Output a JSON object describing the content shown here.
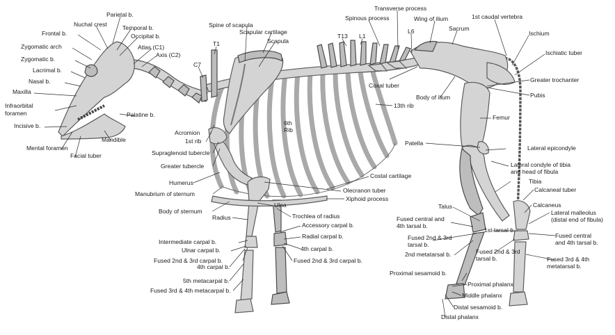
{
  "labels": {
    "parietal": "Parietal b.",
    "nuchal_crest": "Nuchal crest",
    "temporal": "Temporal b.",
    "frontal": "Frontal b.",
    "occipital": "Occipital b.",
    "zygomatic_arch": "Zygomatic arch",
    "atlas": "Atlas (C1)",
    "zygomatic": "Zygomatic b.",
    "axis": "Axis (C2)",
    "lacrimal": "Lacrimal b.",
    "nasal": "Nasal b.",
    "maxilla": "Maxilla",
    "infraorbital_1": "Infraorbital",
    "infraorbital_2": "foramen",
    "incisive": "Incisive b.",
    "palatine": "Palatine b.",
    "mandible": "Mandible",
    "mental_foramen": "Mental foramen",
    "facial_tuber": "Facial tuber",
    "spine_scapula": "Spine of scapula",
    "scapular_cartilage": "Scapular cartilage",
    "scapula": "Scapula",
    "t1": "T1",
    "c7": "C7",
    "transverse_process": "Transverse process",
    "spinous_process": "Spinous process",
    "t13": "T13",
    "l1": "L1",
    "l6": "L6",
    "wing_ilium": "Wing of ilium",
    "sacrum": "Sacrum",
    "first_caudal": "1st caudal vertebra",
    "ischium": "Ischium",
    "ischiatic_tuber": "Ischiatic tuber",
    "coxal_tuber": "Coxal tuber",
    "greater_trochanter": "Greater trochanter",
    "pubis": "Pubis",
    "body_ilium": "Body of ilium",
    "rib13": "13th rib",
    "rib6_1": "6th",
    "rib6_2": "Rib",
    "femur": "Femur",
    "acromion": "Acromion",
    "first_rib": "1st rib",
    "supraglenoid": "Supraglenoid tubercle",
    "greater_tubercle": "Greater tubercle",
    "patella": "Patella",
    "lateral_epicondyle": "Lateral epicondyle",
    "lat_condyle_1": "Lateral condyle of tibia",
    "lat_condyle_2": "and head of fibula",
    "costal_cartilage": "Costal cartilage",
    "humerus": "Humerus",
    "manubrium": "Manubrium of sternum",
    "olecranon": "Olecranon tuber",
    "xiphoid": "Xiphoid process",
    "tibia": "Tibia",
    "calcaneal_tuber": "Calcaneal tuber",
    "body_sternum": "Body of sternum",
    "ulna": "Ulna",
    "talus": "Talus",
    "calcaneus": "Calcaneus",
    "lat_malleolus_1": "Lateral malleolus",
    "lat_malleolus_2": "(distal end of fibula)",
    "radius": "Radius",
    "trochlea_radius": "Trochlea of radius",
    "fused_central_l_1": "Fused central and",
    "fused_central_l_2": "4th tarsal b.",
    "accessory_carpal": "Accessory carpal b.",
    "first_tarsal": "1st tarsal b.",
    "fused_central_r_1": "Fused central",
    "fused_central_r_2": "and 4th tarsal b.",
    "radial_carpal": "Radial carpal b.",
    "intermediate_carpal": "Intermediate carpal b.",
    "fused23_tarsal_l_1": "Fused 2nd & 3rd",
    "fused23_tarsal_l_2": "tarsal b.",
    "ulnar_carpal": "Ulnar carpal b.",
    "fourth_carpal_r": "4th carpal b.",
    "second_metatarsal": "2nd metatarsal b.",
    "fused23_tarsal_r_1": "Fused 2nd & 3rd",
    "fused23_tarsal_r_2": "tarsal b.",
    "fused23_carpal_l": "Fused 2nd & 3rd carpal b.",
    "fused23_carpal_r": "Fused 2nd & 3rd carpal b.",
    "fused34_metatarsal_1": "Fused 3rd & 4th",
    "fused34_metatarsal_2": "metatarsal b.",
    "fourth_carpal_l": "4th carpal b.",
    "proximal_sesamoid": "Proximal sesamoid b.",
    "fifth_metacarpal": "5th metacarpal b.",
    "proximal_phalanx": "Proximal phalanx",
    "fused34_metacarpal": "Fused 3rd & 4th metacarpal b.",
    "middle_phalanx": "Middle phalanx",
    "distal_sesamoid": "Distal sesamoid b.",
    "distal_phalanx": "Distal phalanx"
  }
}
